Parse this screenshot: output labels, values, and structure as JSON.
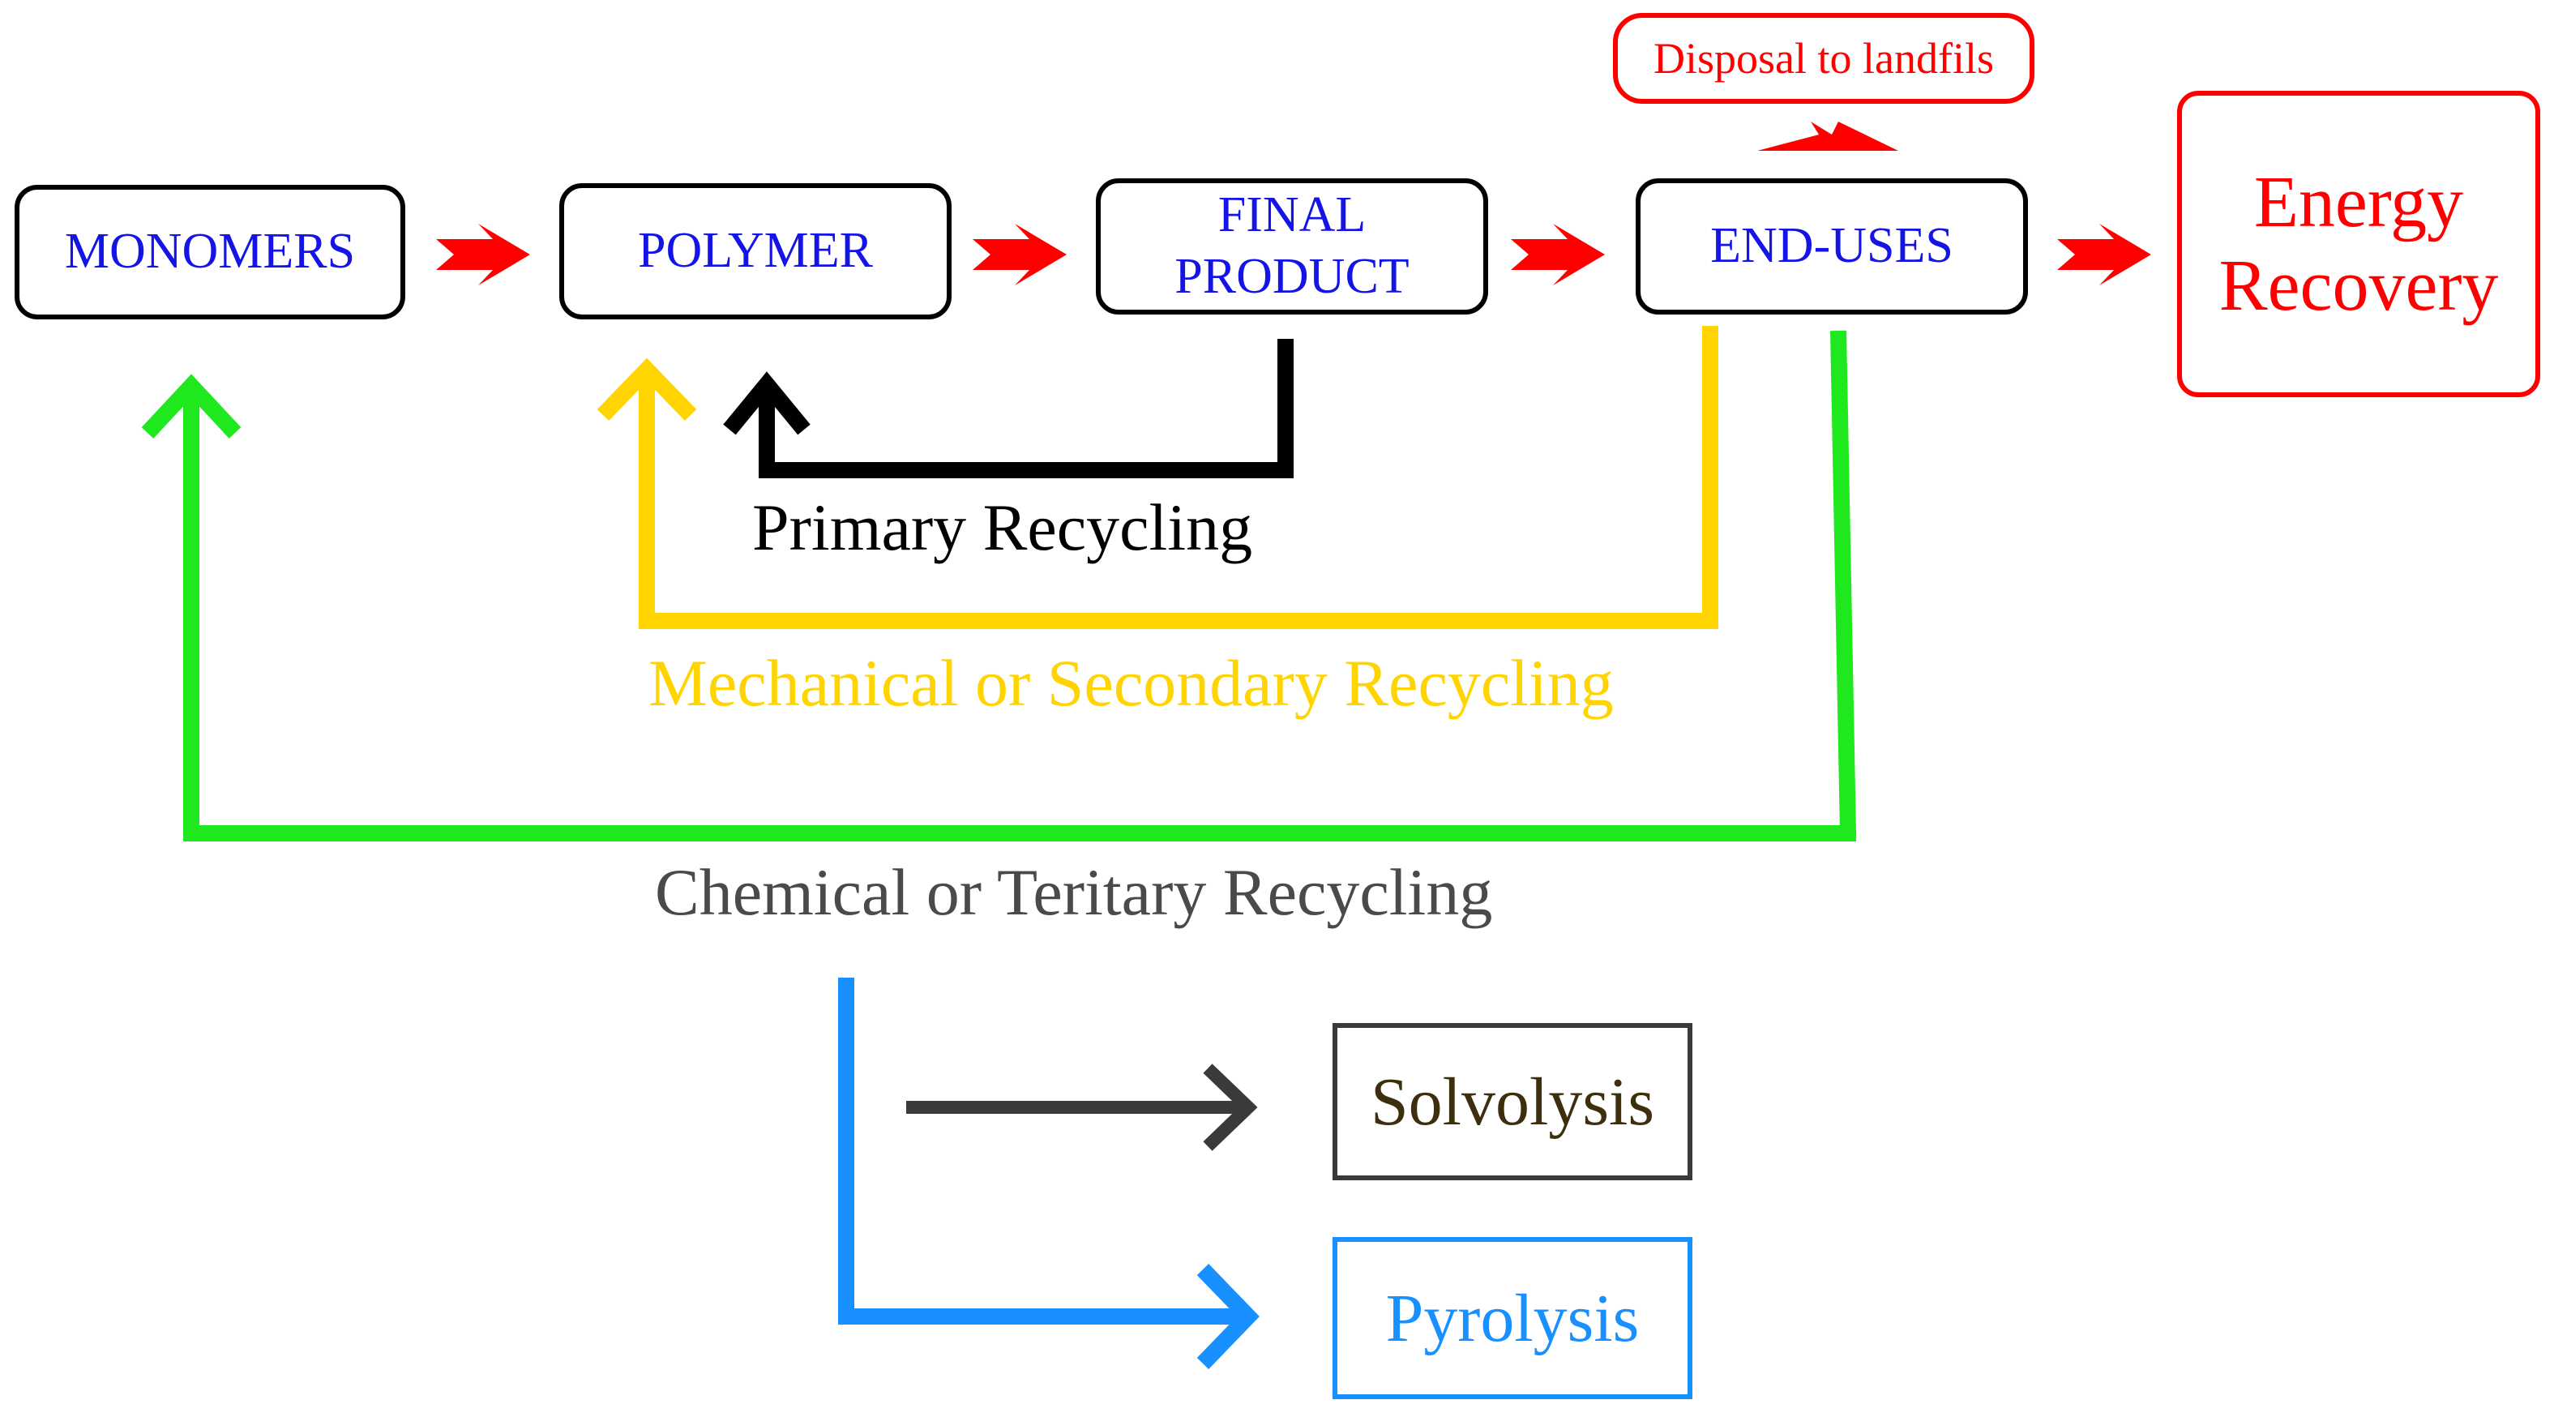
{
  "colors": {
    "node_text": "#1414e6",
    "node_border": "#000000",
    "flow_arrow": "#ff0000",
    "primary": "#000000",
    "secondary": "#ffd400",
    "tertiary": "#1fe81f",
    "branch": "#1890ff",
    "solvolysis_arrow": "#3a3a3a",
    "solvolysis_text": "#3d2e0e",
    "chemical_label": "#4a4a4a"
  },
  "nodes": {
    "monomers": "MONOMERS",
    "polymer": "POLYMER",
    "final_product_line1": "FINAL",
    "final_product_line2": "PRODUCT",
    "end_uses": "END-USES",
    "energy_line1": "Energy",
    "energy_line2": "Recovery",
    "landfill": "Disposal to landfils",
    "solvolysis": "Solvolysis",
    "pyrolysis": "Pyrolysis"
  },
  "loops": {
    "primary": "Primary Recycling",
    "secondary": "Mechanical or Secondary Recycling",
    "tertiary": "Chemical or Teritary Recycling"
  }
}
